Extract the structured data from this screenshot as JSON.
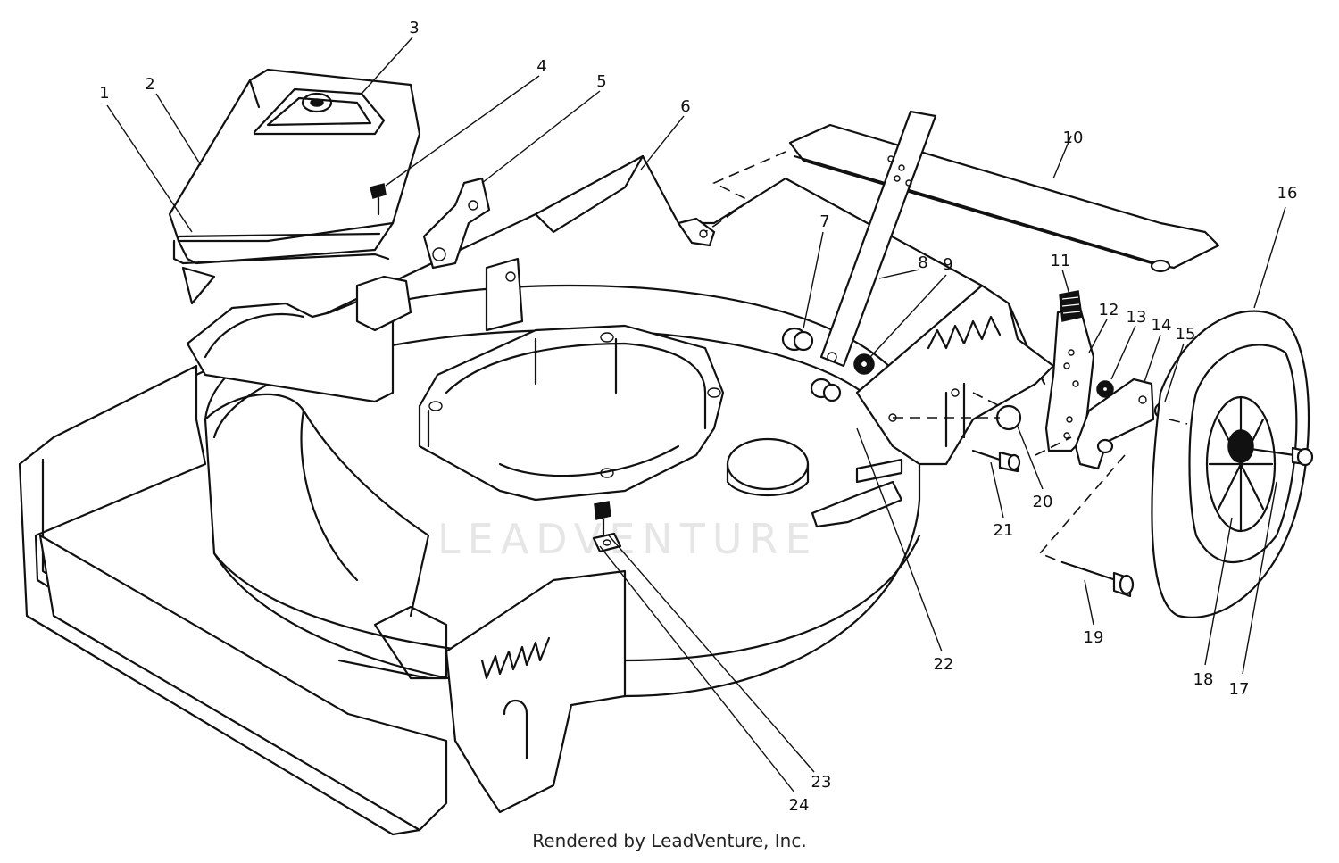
{
  "diagram": {
    "watermark": "LEADVENTURE",
    "footer": "Rendered by LeadVenture, Inc.",
    "callouts": [
      {
        "id": "1",
        "label": "1"
      },
      {
        "id": "2",
        "label": "2"
      },
      {
        "id": "3",
        "label": "3"
      },
      {
        "id": "4",
        "label": "4"
      },
      {
        "id": "5",
        "label": "5"
      },
      {
        "id": "6",
        "label": "6"
      },
      {
        "id": "7",
        "label": "7"
      },
      {
        "id": "8",
        "label": "8"
      },
      {
        "id": "9",
        "label": "9"
      },
      {
        "id": "10",
        "label": "10"
      },
      {
        "id": "11",
        "label": "11"
      },
      {
        "id": "12",
        "label": "12"
      },
      {
        "id": "13",
        "label": "13"
      },
      {
        "id": "14",
        "label": "14"
      },
      {
        "id": "15",
        "label": "15"
      },
      {
        "id": "16",
        "label": "16"
      },
      {
        "id": "17",
        "label": "17"
      },
      {
        "id": "18",
        "label": "18"
      },
      {
        "id": "19",
        "label": "19"
      },
      {
        "id": "20",
        "label": "20"
      },
      {
        "id": "21",
        "label": "21"
      },
      {
        "id": "22",
        "label": "22"
      },
      {
        "id": "23",
        "label": "23"
      },
      {
        "id": "24",
        "label": "24"
      }
    ]
  }
}
